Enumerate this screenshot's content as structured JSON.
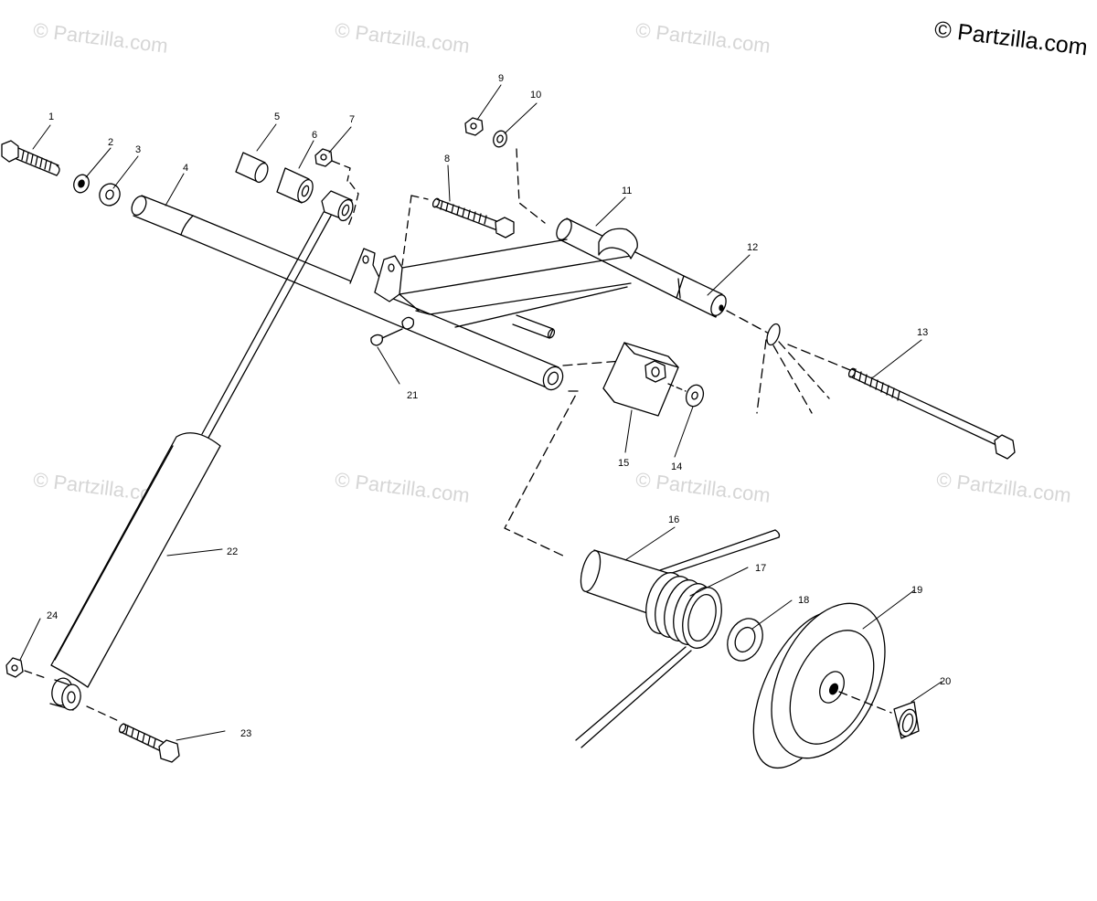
{
  "copyright": "© Partzilla.com",
  "watermark": "© Partzilla.com",
  "callouts": [
    "1",
    "2",
    "3",
    "4",
    "5",
    "6",
    "7",
    "8",
    "9",
    "10",
    "11",
    "12",
    "13",
    "14",
    "15",
    "16",
    "17",
    "18",
    "19",
    "20",
    "21",
    "22",
    "23",
    "24"
  ]
}
